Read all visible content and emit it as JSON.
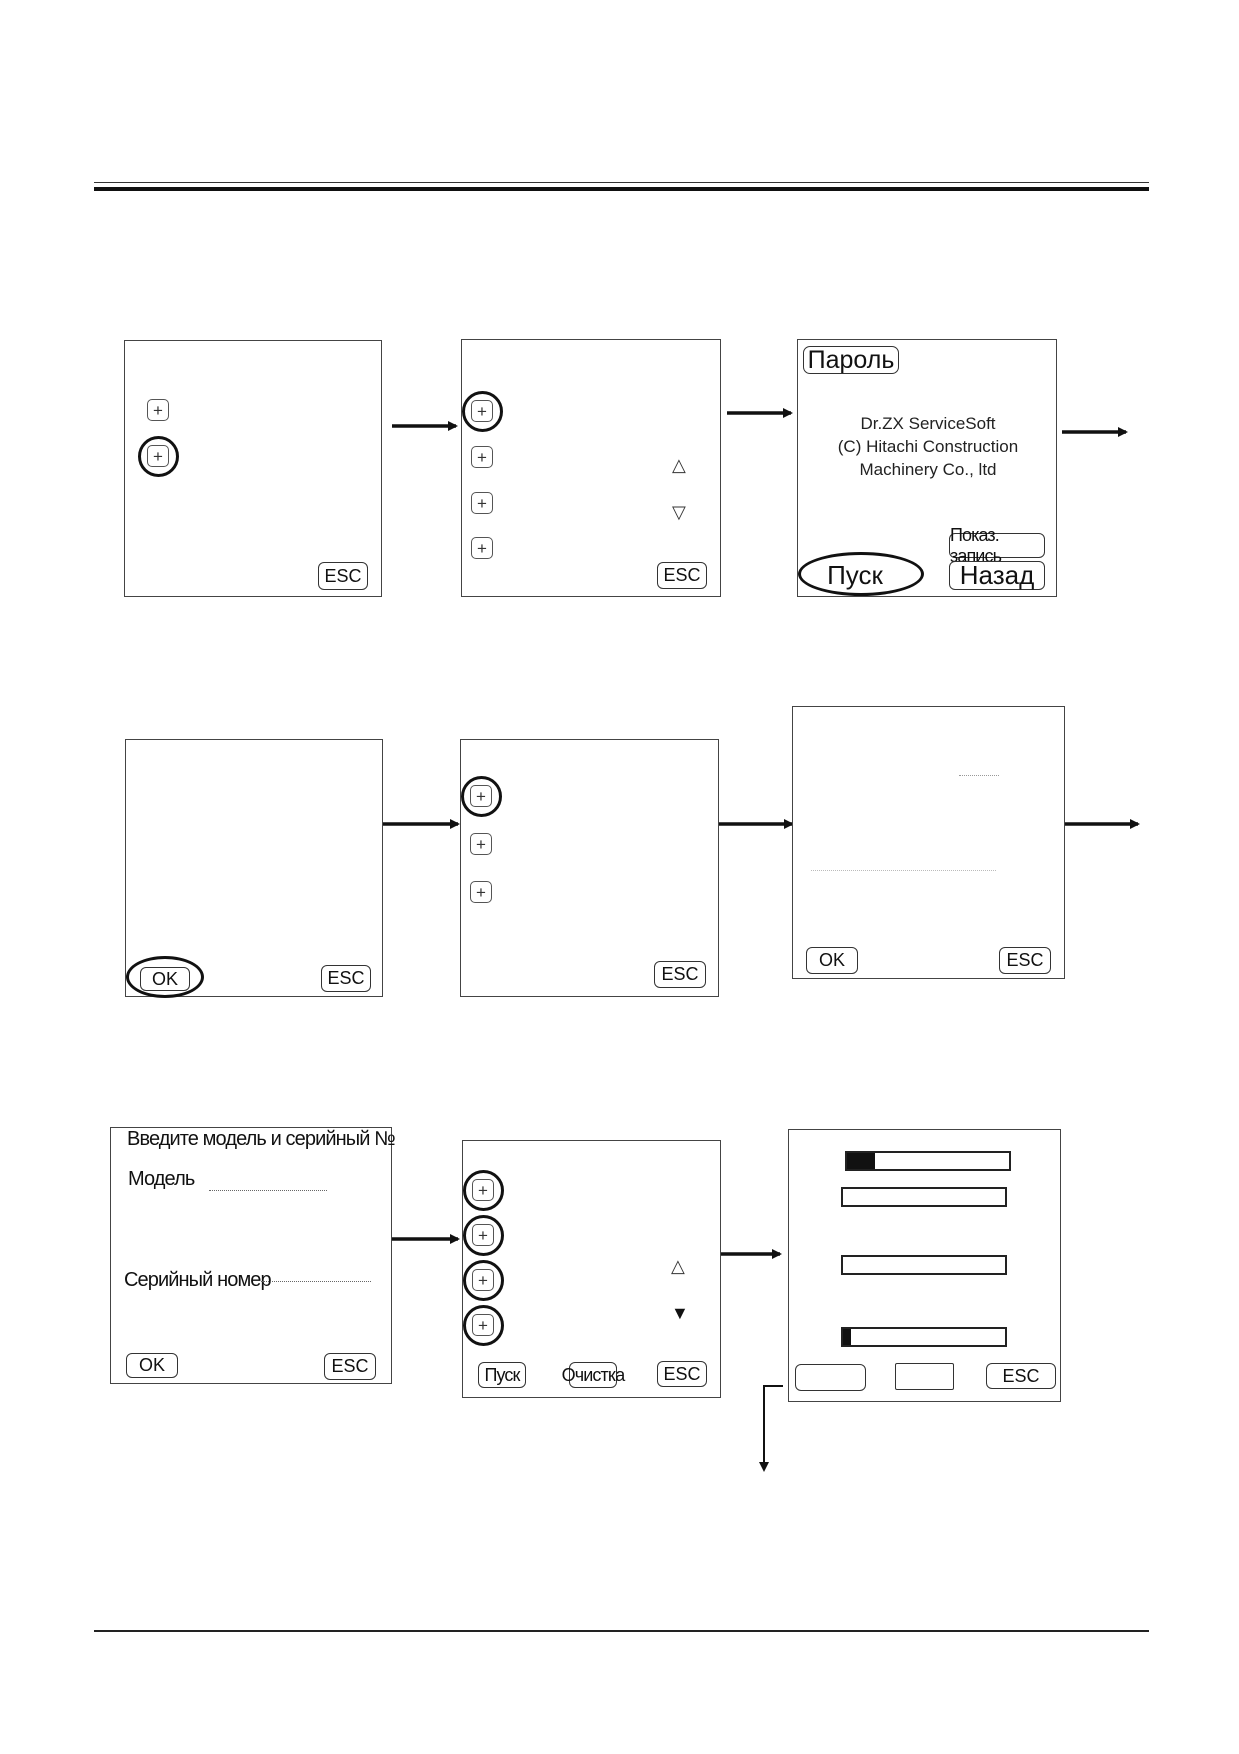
{
  "panel1": {
    "esc_label": "ESC"
  },
  "panel2": {
    "esc_label": "ESC"
  },
  "panel3": {
    "password_label": "Пароль",
    "about_lines": [
      "Dr.ZX ServiceSoft",
      "(C) Hitachi Construction",
      "Machinery Co., ltd"
    ],
    "show_record_label": "Показ. запись",
    "start_label": "Пуск",
    "back_label": "Назад"
  },
  "panel4": {
    "ok_label": "OK",
    "esc_label": "ESC"
  },
  "panel5": {
    "esc_label": "ESC"
  },
  "panel6": {
    "ok_label": "OK",
    "esc_label": "ESC"
  },
  "panel7": {
    "prompt": "Введите модель и  серийный №",
    "model_label": "Модель",
    "serial_label": "Серийный номер",
    "ok_label": "OK",
    "esc_label": "ESC"
  },
  "panel8": {
    "start_label": "Пуск",
    "clear_label": "Очистка",
    "esc_label": "ESC"
  },
  "panel9": {
    "esc_label": "ESC",
    "progress": [
      0.17,
      0.0,
      0.0,
      0.05
    ]
  },
  "icons": {
    "plus": "+",
    "up": "△",
    "down_outline": "▽",
    "down_filled": "▼"
  }
}
